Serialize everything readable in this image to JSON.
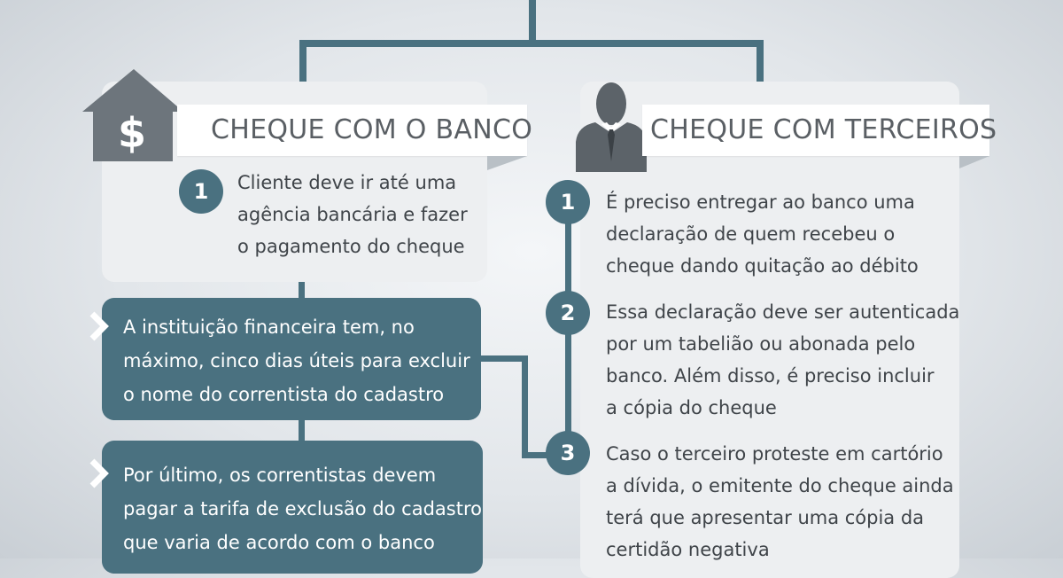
{
  "left": {
    "title": "CHEQUE COM O BANCO",
    "icon": "bank-dollar-icon",
    "step1": {
      "number": "1",
      "lines": [
        "Cliente deve ir até uma",
        "agência bancária e fazer",
        "o pagamento do cheque"
      ]
    },
    "box1": {
      "lines": [
        "A instituição financeira tem, no",
        "máximo, cinco dias úteis para excluir",
        "o nome do correntista do cadastro"
      ]
    },
    "box2": {
      "lines": [
        "Por último, os correntistas devem",
        "pagar a tarifa de exclusão do cadastro",
        "que varia de acordo com o banco"
      ]
    }
  },
  "right": {
    "title": "CHEQUE COM TERCEIROS",
    "icon": "person-icon",
    "steps": [
      {
        "number": "1",
        "lines": [
          "É preciso entregar ao banco uma",
          "declaração de quem recebeu o",
          "cheque dando quitação ao débito"
        ]
      },
      {
        "number": "2",
        "lines": [
          "Essa declaração deve ser autenticada",
          "por um tabelião ou abonada pelo",
          "banco.  Além disso, é preciso incluir",
          "a cópia do cheque"
        ]
      },
      {
        "number": "3",
        "lines": [
          "Caso o terceiro proteste em cartório",
          "a dívida, o emitente do cheque ainda",
          "terá que apresentar uma cópia da",
          "certidão negativa"
        ]
      }
    ]
  },
  "colors": {
    "accent": "#4a7180",
    "card": "#edeff1",
    "band": "#ffffff",
    "text": "#3f4449"
  }
}
